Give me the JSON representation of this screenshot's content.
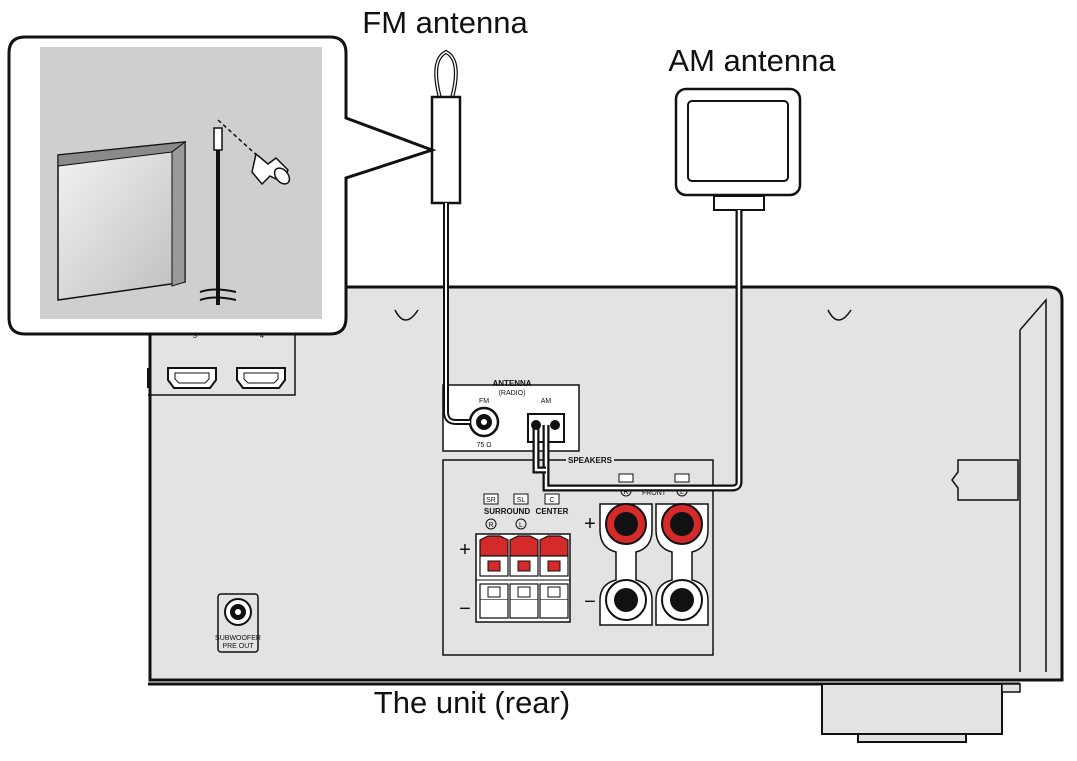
{
  "labels": {
    "fm_antenna": "FM antenna",
    "am_antenna": "AM antenna",
    "unit_rear": "The unit (rear)"
  },
  "panel": {
    "antenna_title": "ANTENNA",
    "antenna_sub": "(RADIO)",
    "fm": "FM",
    "am": "AM",
    "ohm": "75 Ω",
    "speakers": "SPEAKERS",
    "surround": "SURROUND",
    "center": "CENTER",
    "front": "FRONT",
    "sr": "SR",
    "sl": "SL",
    "c": "C",
    "right_mark": "R",
    "left_mark": "L",
    "plus": "+",
    "minus": "−",
    "hdmi_3": "3",
    "hdmi_4": "4",
    "subwoofer": "SUBWOOFER",
    "pre_out": "PRE OUT"
  },
  "colors": {
    "panel": "#e3e3e3",
    "terminal_red": "#d42a2a",
    "inset_bg": "#cfcfcf",
    "outline": "#111111"
  }
}
